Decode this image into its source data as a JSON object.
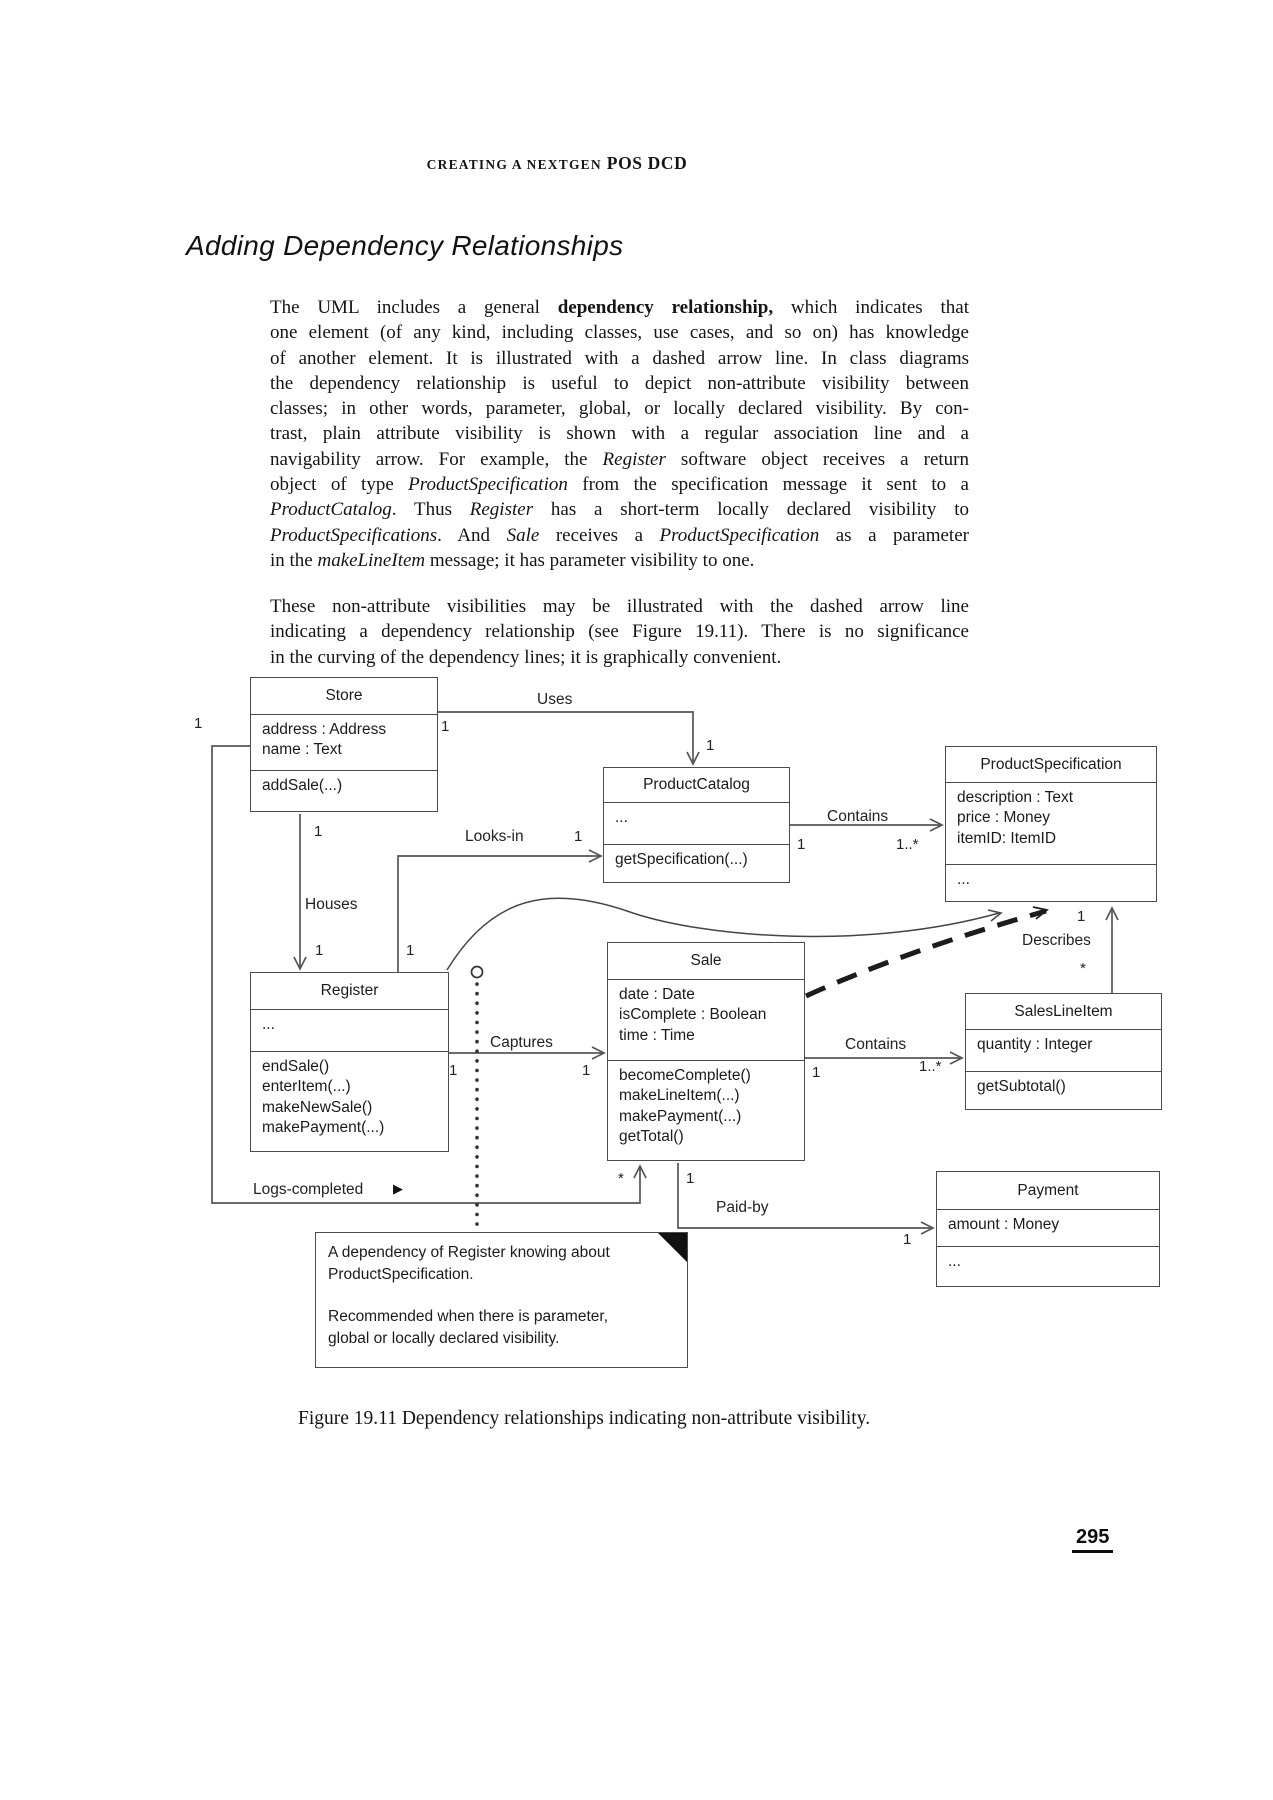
{
  "page": {
    "running_header_prefix": "CREATING A NEXTGEN",
    "running_header_suffix": " POS DCD",
    "section_heading": "Adding Dependency Relationships",
    "figure_caption": "Figure 19.11 Dependency relationships indicating non-attribute visibility.",
    "page_number": "295"
  },
  "paragraphs": [
    {
      "lines": [
        {
          "runs": [
            {
              "t": "The UML includes a general "
            },
            {
              "t": "dependency relationship,",
              "s": "b"
            },
            {
              "t": " which indicates that"
            }
          ]
        },
        {
          "runs": [
            {
              "t": "one element (of any kind, including classes, use cases, and so on) has knowledge"
            }
          ]
        },
        {
          "runs": [
            {
              "t": "of another element. It is illustrated with a dashed arrow line. In class diagrams"
            }
          ]
        },
        {
          "runs": [
            {
              "t": "the dependency relationship is useful to depict non-attribute visibility between"
            }
          ]
        },
        {
          "runs": [
            {
              "t": "classes; in other words, parameter, global, or locally declared visibility. By con-"
            }
          ]
        },
        {
          "runs": [
            {
              "t": "trast, plain attribute visibility is shown with a regular association line and a"
            }
          ]
        },
        {
          "runs": [
            {
              "t": "navigability arrow. For example, the "
            },
            {
              "t": "Register",
              "s": "i"
            },
            {
              "t": " software object receives a return"
            }
          ]
        },
        {
          "runs": [
            {
              "t": "object of type "
            },
            {
              "t": "ProductSpecification",
              "s": "i"
            },
            {
              "t": " from the specification message it sent to a"
            }
          ]
        },
        {
          "runs": [
            {
              "t": "ProductCatalog",
              "s": "i"
            },
            {
              "t": ". Thus "
            },
            {
              "t": "Register",
              "s": "i"
            },
            {
              "t": " has a short-term locally declared visibility to"
            }
          ]
        },
        {
          "runs": [
            {
              "t": "ProductSpecifications",
              "s": "i"
            },
            {
              "t": ". And "
            },
            {
              "t": "Sale",
              "s": "i"
            },
            {
              "t": " receives a "
            },
            {
              "t": "ProductSpecification",
              "s": "i"
            },
            {
              "t": " as a parameter"
            }
          ]
        },
        {
          "runs": [
            {
              "t": "in the "
            },
            {
              "t": "makeLineItem",
              "s": "i"
            },
            {
              "t": " message; it has parameter visibility to one."
            }
          ],
          "last": true
        }
      ]
    },
    {
      "lines": [
        {
          "runs": [
            {
              "t": "These non-attribute visibilities may be illustrated with the dashed arrow line"
            }
          ]
        },
        {
          "runs": [
            {
              "t": "indicating a dependency relationship (see Figure 19.11). There is no significance"
            }
          ]
        },
        {
          "runs": [
            {
              "t": "in the curving of the dependency lines; it is graphically convenient."
            }
          ],
          "last": true
        }
      ]
    }
  ],
  "diagram": {
    "classes": {
      "store": {
        "name": "Store",
        "attrs": [
          "address : Address",
          "name : Text"
        ],
        "ops": [
          "addSale(...)"
        ]
      },
      "product_catalog": {
        "name": "ProductCatalog",
        "attrs": [
          "..."
        ],
        "ops": [
          "getSpecification(...)"
        ]
      },
      "product_specification": {
        "name": "ProductSpecification",
        "attrs": [
          "description : Text",
          "price : Money",
          "itemID: ItemID"
        ],
        "ops": [
          "..."
        ]
      },
      "register": {
        "name": "Register",
        "attrs": [
          "..."
        ],
        "ops": [
          "endSale()",
          "enterItem(...)",
          "makeNewSale()",
          "makePayment(...)"
        ]
      },
      "sale": {
        "name": "Sale",
        "attrs": [
          "date : Date",
          "isComplete : Boolean",
          "time : Time"
        ],
        "ops": [
          "becomeComplete()",
          "makeLineItem(...)",
          "makePayment(...)",
          "getTotal()"
        ]
      },
      "sales_line_item": {
        "name": "SalesLineItem",
        "attrs": [
          "quantity : Integer"
        ],
        "ops": [
          "getSubtotal()"
        ]
      },
      "payment": {
        "name": "Payment",
        "attrs": [
          "amount : Money"
        ],
        "ops": [
          "..."
        ]
      }
    },
    "associations": {
      "uses": "Uses",
      "looks_in": "Looks-in",
      "houses": "Houses",
      "captures": "Captures",
      "contains_catalog": "Contains",
      "contains_sale": "Contains",
      "describes": "Describes",
      "paid_by": "Paid-by",
      "logs_completed": "Logs-completed"
    },
    "icons": {
      "logs_completed_direction": "▶",
      "note_fold": "folded-corner"
    },
    "mults": {
      "logs_store": "1",
      "uses_store": "1",
      "uses_catalog": "1",
      "houses_store": "1",
      "houses_register": "1",
      "looks_register": "1",
      "looks_catalog": "1",
      "contains1_catalog": "1",
      "contains1_spec": "1..*",
      "captures_register": "1",
      "captures_sale": "1",
      "contains2_sale": "1",
      "contains2_sli": "1..*",
      "describes_spec": "1",
      "describes_sli": "*",
      "logs_sale": "*",
      "paidby_sale": "1",
      "paidby_payment": "1"
    },
    "note": {
      "para1": "A dependency of Register knowing about\nProductSpecification.",
      "para2": "Recommended when there is parameter,\nglobal or locally declared visibility."
    }
  },
  "colors": {
    "ink": "#141414",
    "line": "#565656",
    "bold_dependency": "#1c1c1c"
  }
}
